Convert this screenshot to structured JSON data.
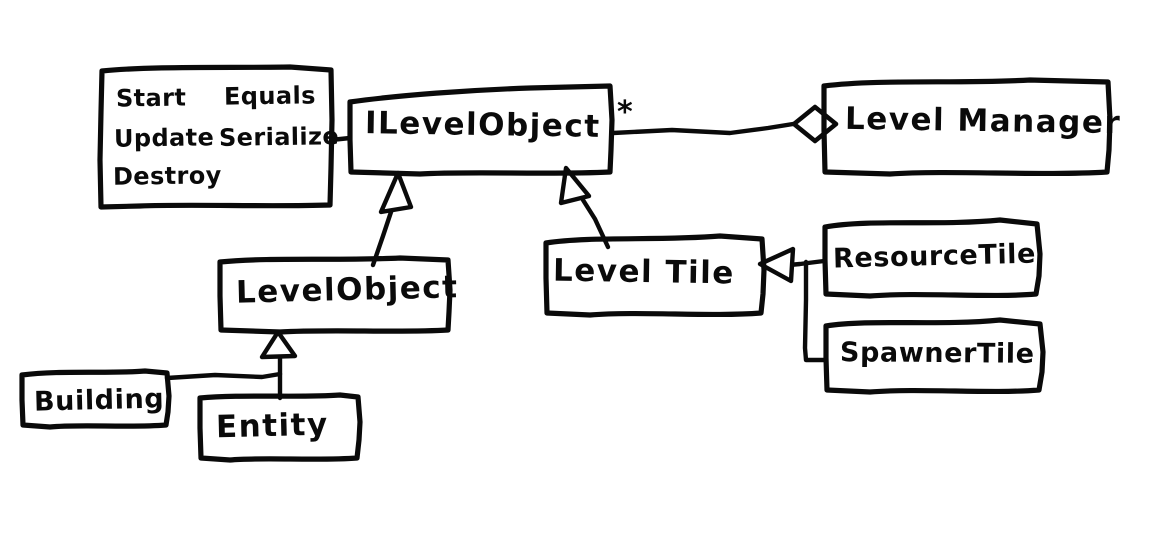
{
  "diagram": {
    "title": "ILevelObject class diagram",
    "style": "hand-drawn-whiteboard",
    "background_color": "#ffffff",
    "ink_color": "#0a0a0a"
  },
  "methods_box": {
    "name": "methods-list",
    "column_left": [
      "Start",
      "Update",
      "Destroy"
    ],
    "column_right": [
      "Equals",
      "Serialize"
    ],
    "rows": [
      {
        "left": "Start",
        "right": "Equals"
      },
      {
        "left": "Update",
        "right": "Serialize"
      },
      {
        "left": "Destroy",
        "right": ""
      }
    ]
  },
  "classes": [
    {
      "id": "ilevelobject",
      "label": "ILevelObject",
      "kind": "interface"
    },
    {
      "id": "levelmanager",
      "label": "Level Manager",
      "kind": "class"
    },
    {
      "id": "levelobject",
      "label": "LevelObject",
      "kind": "class"
    },
    {
      "id": "leveltile",
      "label": "Level Tile",
      "kind": "class"
    },
    {
      "id": "resourcetile",
      "label": "ResourceTile",
      "kind": "class"
    },
    {
      "id": "spawnertile",
      "label": "SpawnerTile",
      "kind": "class"
    },
    {
      "id": "building",
      "label": "Building",
      "kind": "class"
    },
    {
      "id": "entity",
      "label": "Entity",
      "kind": "class"
    }
  ],
  "relationships": [
    {
      "id": "rel-manager-aggregation",
      "from": "levelmanager",
      "to": "ilevelobject",
      "type": "aggregation",
      "marker": "hollow-diamond",
      "multiplicity": "*"
    },
    {
      "id": "rel-levelobject-impl",
      "from": "levelobject",
      "to": "ilevelobject",
      "type": "realization",
      "marker": "hollow-triangle"
    },
    {
      "id": "rel-leveltile-impl",
      "from": "leveltile",
      "to": "ilevelobject",
      "type": "realization",
      "marker": "hollow-triangle"
    },
    {
      "id": "rel-resourcetile-inherit",
      "from": "resourcetile",
      "to": "leveltile",
      "type": "generalization",
      "marker": "hollow-triangle"
    },
    {
      "id": "rel-spawnertile-inherit",
      "from": "spawnertile",
      "to": "leveltile",
      "type": "generalization",
      "marker": "hollow-triangle"
    },
    {
      "id": "rel-entity-inherit",
      "from": "entity",
      "to": "levelobject",
      "type": "generalization",
      "marker": "hollow-triangle"
    },
    {
      "id": "rel-building-inherit",
      "from": "building",
      "to": "levelobject",
      "type": "generalization",
      "marker": "hollow-triangle"
    }
  ],
  "multiplicity": {
    "ilevelobject_end": "*"
  }
}
